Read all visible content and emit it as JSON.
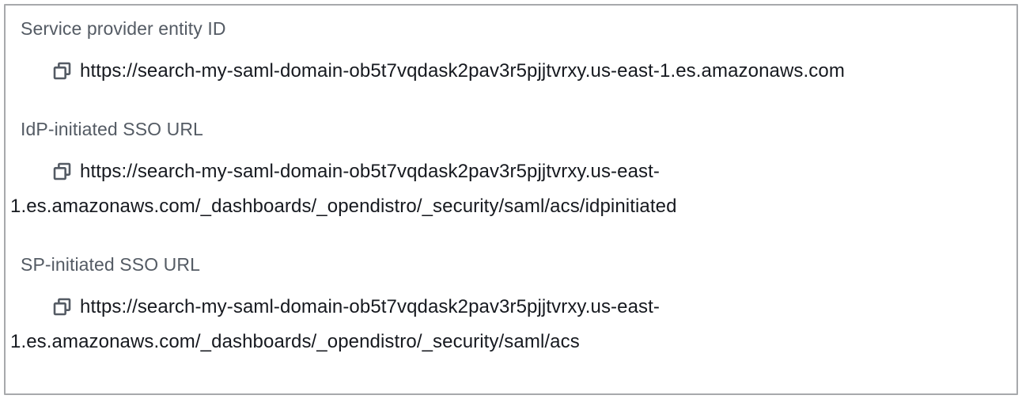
{
  "panel": {
    "fields": [
      {
        "label": "Service provider entity ID",
        "value": "https://search-my-saml-domain-ob5t7vqdask2pav3r5pjjtvrxy.us-east-1.es.amazonaws.com"
      },
      {
        "label": "IdP-initiated SSO URL",
        "value": "https://search-my-saml-domain-ob5t7vqdask2pav3r5pjjtvrxy.us-east-1.es.amazonaws.com/_dashboards/_opendistro/_security/saml/acs/idpinitiated"
      },
      {
        "label": "SP-initiated SSO URL",
        "value": "https://search-my-saml-domain-ob5t7vqdask2pav3r5pjjtvrxy.us-east-1.es.amazonaws.com/_dashboards/_opendistro/_security/saml/acs"
      }
    ],
    "icons": {
      "copy": "copy-icon"
    },
    "colors": {
      "label_text": "#545b64",
      "value_text": "#16191f",
      "icon": "#545b64",
      "panel_border": "#a7a9ac",
      "background": "#ffffff"
    }
  }
}
